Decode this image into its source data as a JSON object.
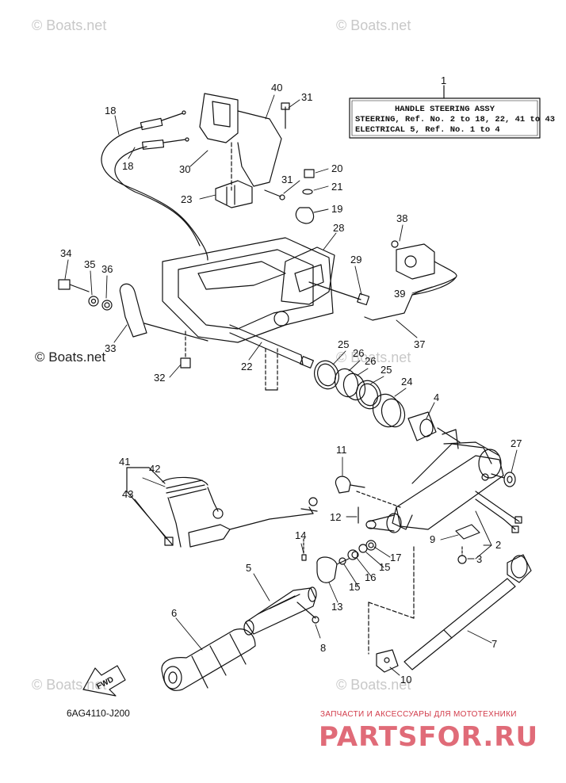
{
  "watermarks": [
    "© Boats.net",
    "© Boats.net",
    "© Boats.net",
    "© Boats.net",
    "© Boats.net",
    "© Boats.net"
  ],
  "title_box": {
    "line1": "HANDLE STEERING ASSY",
    "line2": "STEERING, Ref. No. 2 to 18, 22, 41 to 43",
    "line3": "ELECTRICAL 5, Ref. No. 1 to 4"
  },
  "callouts": [
    "1",
    "2",
    "3",
    "4",
    "5",
    "6",
    "7",
    "8",
    "9",
    "10",
    "11",
    "12",
    "13",
    "14",
    "15",
    "15",
    "16",
    "17",
    "18",
    "18",
    "19",
    "20",
    "21",
    "22",
    "23",
    "24",
    "25",
    "25",
    "26",
    "26",
    "27",
    "28",
    "29",
    "30",
    "31",
    "31",
    "32",
    "33",
    "34",
    "35",
    "36",
    "37",
    "38",
    "39",
    "40",
    "41",
    "42",
    "43"
  ],
  "fwd_label": "FWD",
  "drawing_code": "6AG4110-J200",
  "promo_text": "ЗАПЧАСТИ И АКСЕССУАРЫ ДЛЯ МОТОТЕХНИКИ",
  "logo_text": "PARTSFOR.RU",
  "colors": {
    "line": "#111111",
    "watermark": "#c8c8c8",
    "promo": "#d23b4a",
    "logo": "#e06b78"
  }
}
